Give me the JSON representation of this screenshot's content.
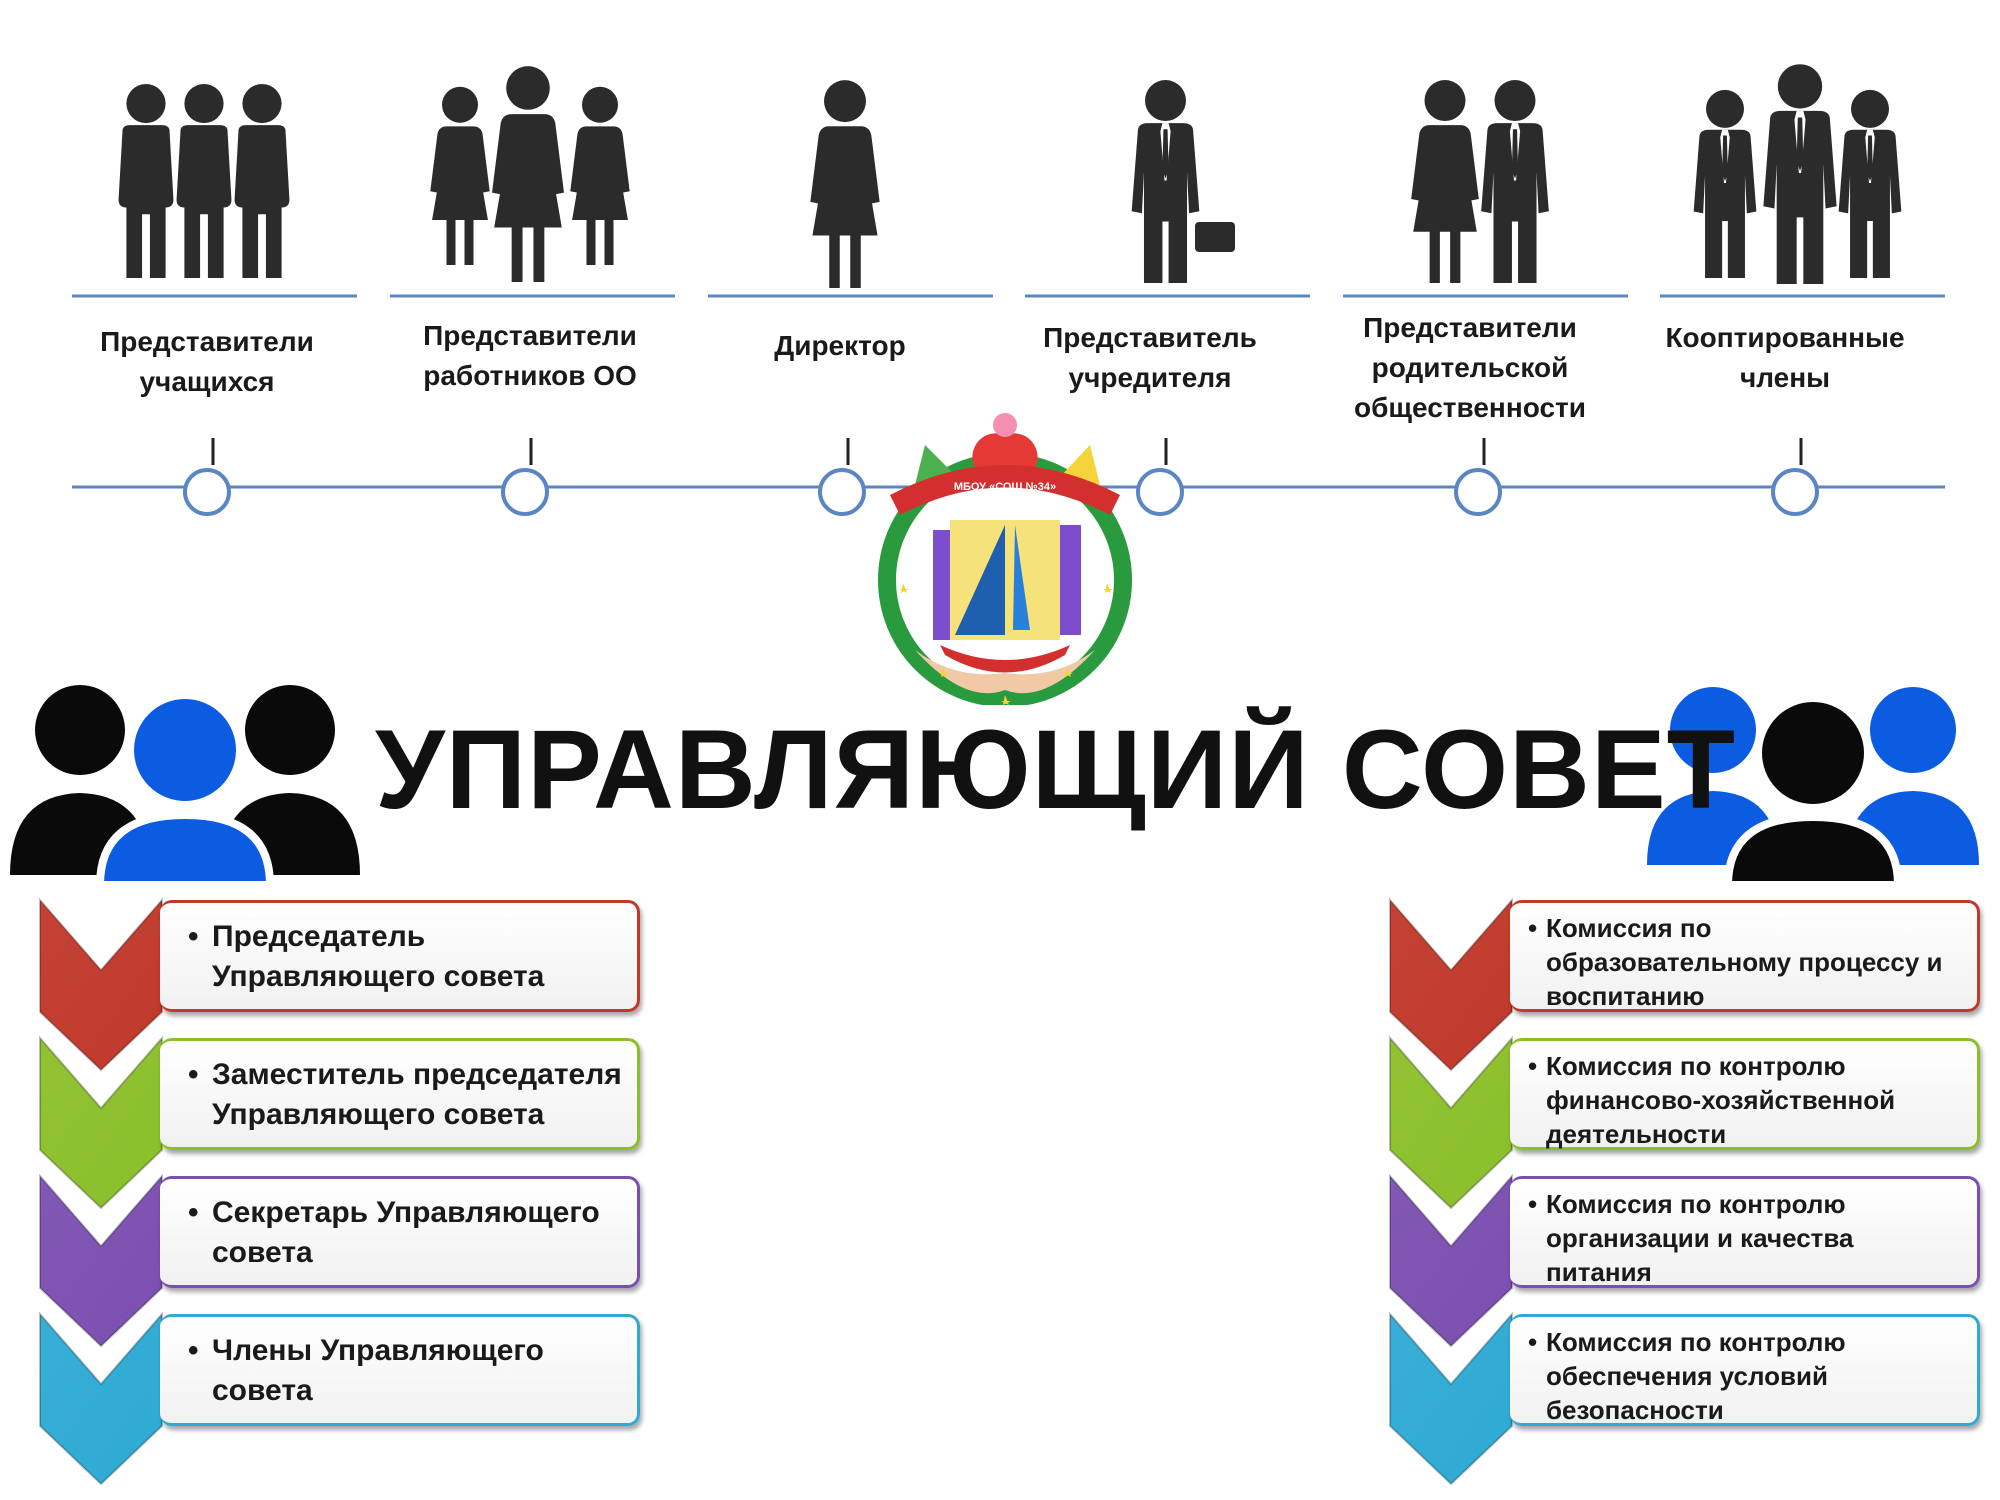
{
  "top_groups": [
    {
      "label": "Представители\nучащихся",
      "icon": "three-students-icon"
    },
    {
      "label": "Представители\nработников ОО",
      "icon": "three-women-icon"
    },
    {
      "label": "Директор",
      "icon": "woman-icon"
    },
    {
      "label": "Представитель\nучредителя",
      "icon": "businessman-briefcase-icon"
    },
    {
      "label": "Представители\nродительской\nобщественности",
      "icon": "couple-icon"
    },
    {
      "label": "Кооптированные\nчлены",
      "icon": "three-men-suits-icon"
    }
  ],
  "logo": {
    "text": "МБОУ «СОШ №34»",
    "icon": "school-logo-icon"
  },
  "title": "УПРАВЛЯЮЩИЙ СОВЕТ",
  "left_items": [
    {
      "text": "Председатель\nУправляющего совета",
      "color": "#c0392b"
    },
    {
      "text": "Заместитель председателя\nУправляющего совета",
      "color": "#8bbf2a"
    },
    {
      "text": "Секретарь Управляющего\nсовета",
      "color": "#7b4fb0"
    },
    {
      "text": "Члены Управляющего\nсовета",
      "color": "#2eaad4"
    }
  ],
  "right_items": [
    {
      "text": "Комиссия по\nобразовательному процессу и\nвоспитанию",
      "color": "#c0392b"
    },
    {
      "text": "Комиссия по контролю\nфинансово-хозяйственной\nдеятельности",
      "color": "#8bbf2a"
    },
    {
      "text": "Комиссия по контролю\nорганизации и качества\nпитания",
      "color": "#7b4fb0"
    },
    {
      "text": "Комиссия по контролю\nобеспечения условий\nбезопасности",
      "color": "#2eaad4"
    }
  ],
  "colors": {
    "timeline": "#5b86c4",
    "blue_person": "#0b5ce0",
    "black_person": "#0a0a0a"
  }
}
